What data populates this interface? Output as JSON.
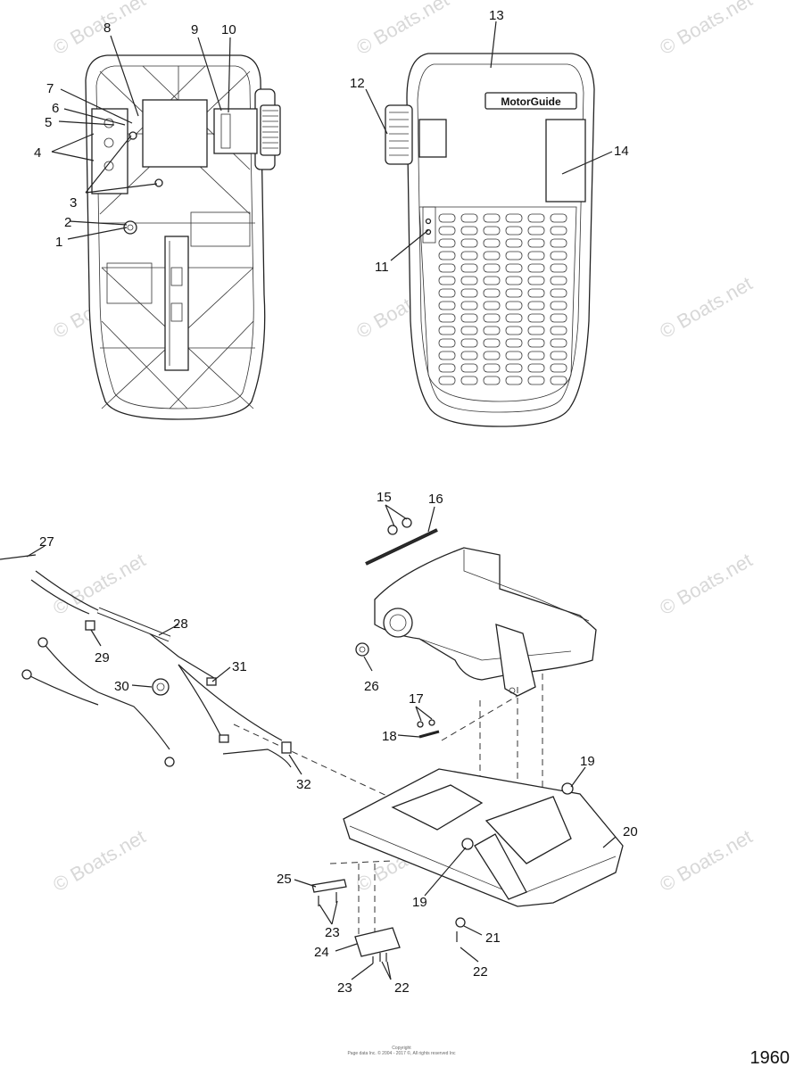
{
  "brand_label": "MotorGuide",
  "footer": {
    "line1": "Copyright",
    "line2": "Page data Inc. © 2004 - 2017 ©, All rights reserved Inc"
  },
  "page_number": "1960",
  "watermark": {
    "text": "© Boats.net"
  },
  "callouts": [
    {
      "id": "c1",
      "text": "1"
    },
    {
      "id": "c2",
      "text": "2"
    },
    {
      "id": "c3",
      "text": "3"
    },
    {
      "id": "c4",
      "text": "4"
    },
    {
      "id": "c5",
      "text": "5"
    },
    {
      "id": "c6",
      "text": "6"
    },
    {
      "id": "c7",
      "text": "7"
    },
    {
      "id": "c8",
      "text": "8"
    },
    {
      "id": "c9",
      "text": "9"
    },
    {
      "id": "c10",
      "text": "10"
    },
    {
      "id": "c11",
      "text": "11"
    },
    {
      "id": "c12",
      "text": "12"
    },
    {
      "id": "c13",
      "text": "13"
    },
    {
      "id": "c14",
      "text": "14"
    },
    {
      "id": "c15",
      "text": "15"
    },
    {
      "id": "c16",
      "text": "16"
    },
    {
      "id": "c17",
      "text": "17"
    },
    {
      "id": "c18",
      "text": "18"
    },
    {
      "id": "c19",
      "text": "19"
    },
    {
      "id": "c20",
      "text": "20"
    },
    {
      "id": "c21",
      "text": "21"
    },
    {
      "id": "c22",
      "text": "22"
    },
    {
      "id": "c23",
      "text": "23"
    },
    {
      "id": "c24",
      "text": "24"
    },
    {
      "id": "c25",
      "text": "25"
    },
    {
      "id": "c26",
      "text": "26"
    },
    {
      "id": "c27",
      "text": "27"
    },
    {
      "id": "c28",
      "text": "28"
    },
    {
      "id": "c29",
      "text": "29"
    },
    {
      "id": "c30",
      "text": "30"
    },
    {
      "id": "c31",
      "text": "31"
    },
    {
      "id": "c32",
      "text": "32"
    }
  ]
}
